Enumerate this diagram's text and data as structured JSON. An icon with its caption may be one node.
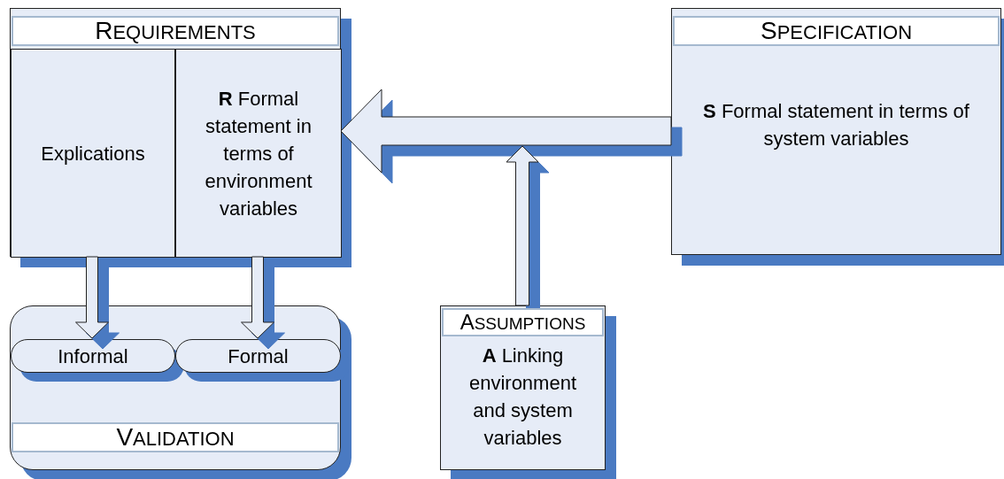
{
  "diagram": {
    "nodes": [
      {
        "text": [
          "REQUIREMENTS"
        ]
      },
      {
        "text": [
          "Explications"
        ],
        "in": 0
      },
      {
        "text": [
          "**R** Formal statement in terms of environment variables"
        ],
        "in": 0
      },
      {
        "text": [
          "SPECIFICATION",
          "**S** Formal statement in terms of system variables"
        ]
      },
      {
        "text": [
          "VALIDATION"
        ]
      },
      {
        "text": [
          "Informal"
        ],
        "in": 4
      },
      {
        "text": [
          "Formal"
        ],
        "in": 4
      },
      {
        "text": [
          "ASSUMPTIONS",
          "**A** Linking environment and system variables"
        ]
      }
    ],
    "edges": [
      {
        "from": 3,
        "to": 2,
        "arrow": "to"
      },
      {
        "from": 7,
        "to": null,
        "arrow": "to"
      },
      {
        "from": 1,
        "to": 5,
        "arrow": "to"
      },
      {
        "from": 2,
        "to": 6,
        "arrow": "to"
      }
    ]
  }
}
